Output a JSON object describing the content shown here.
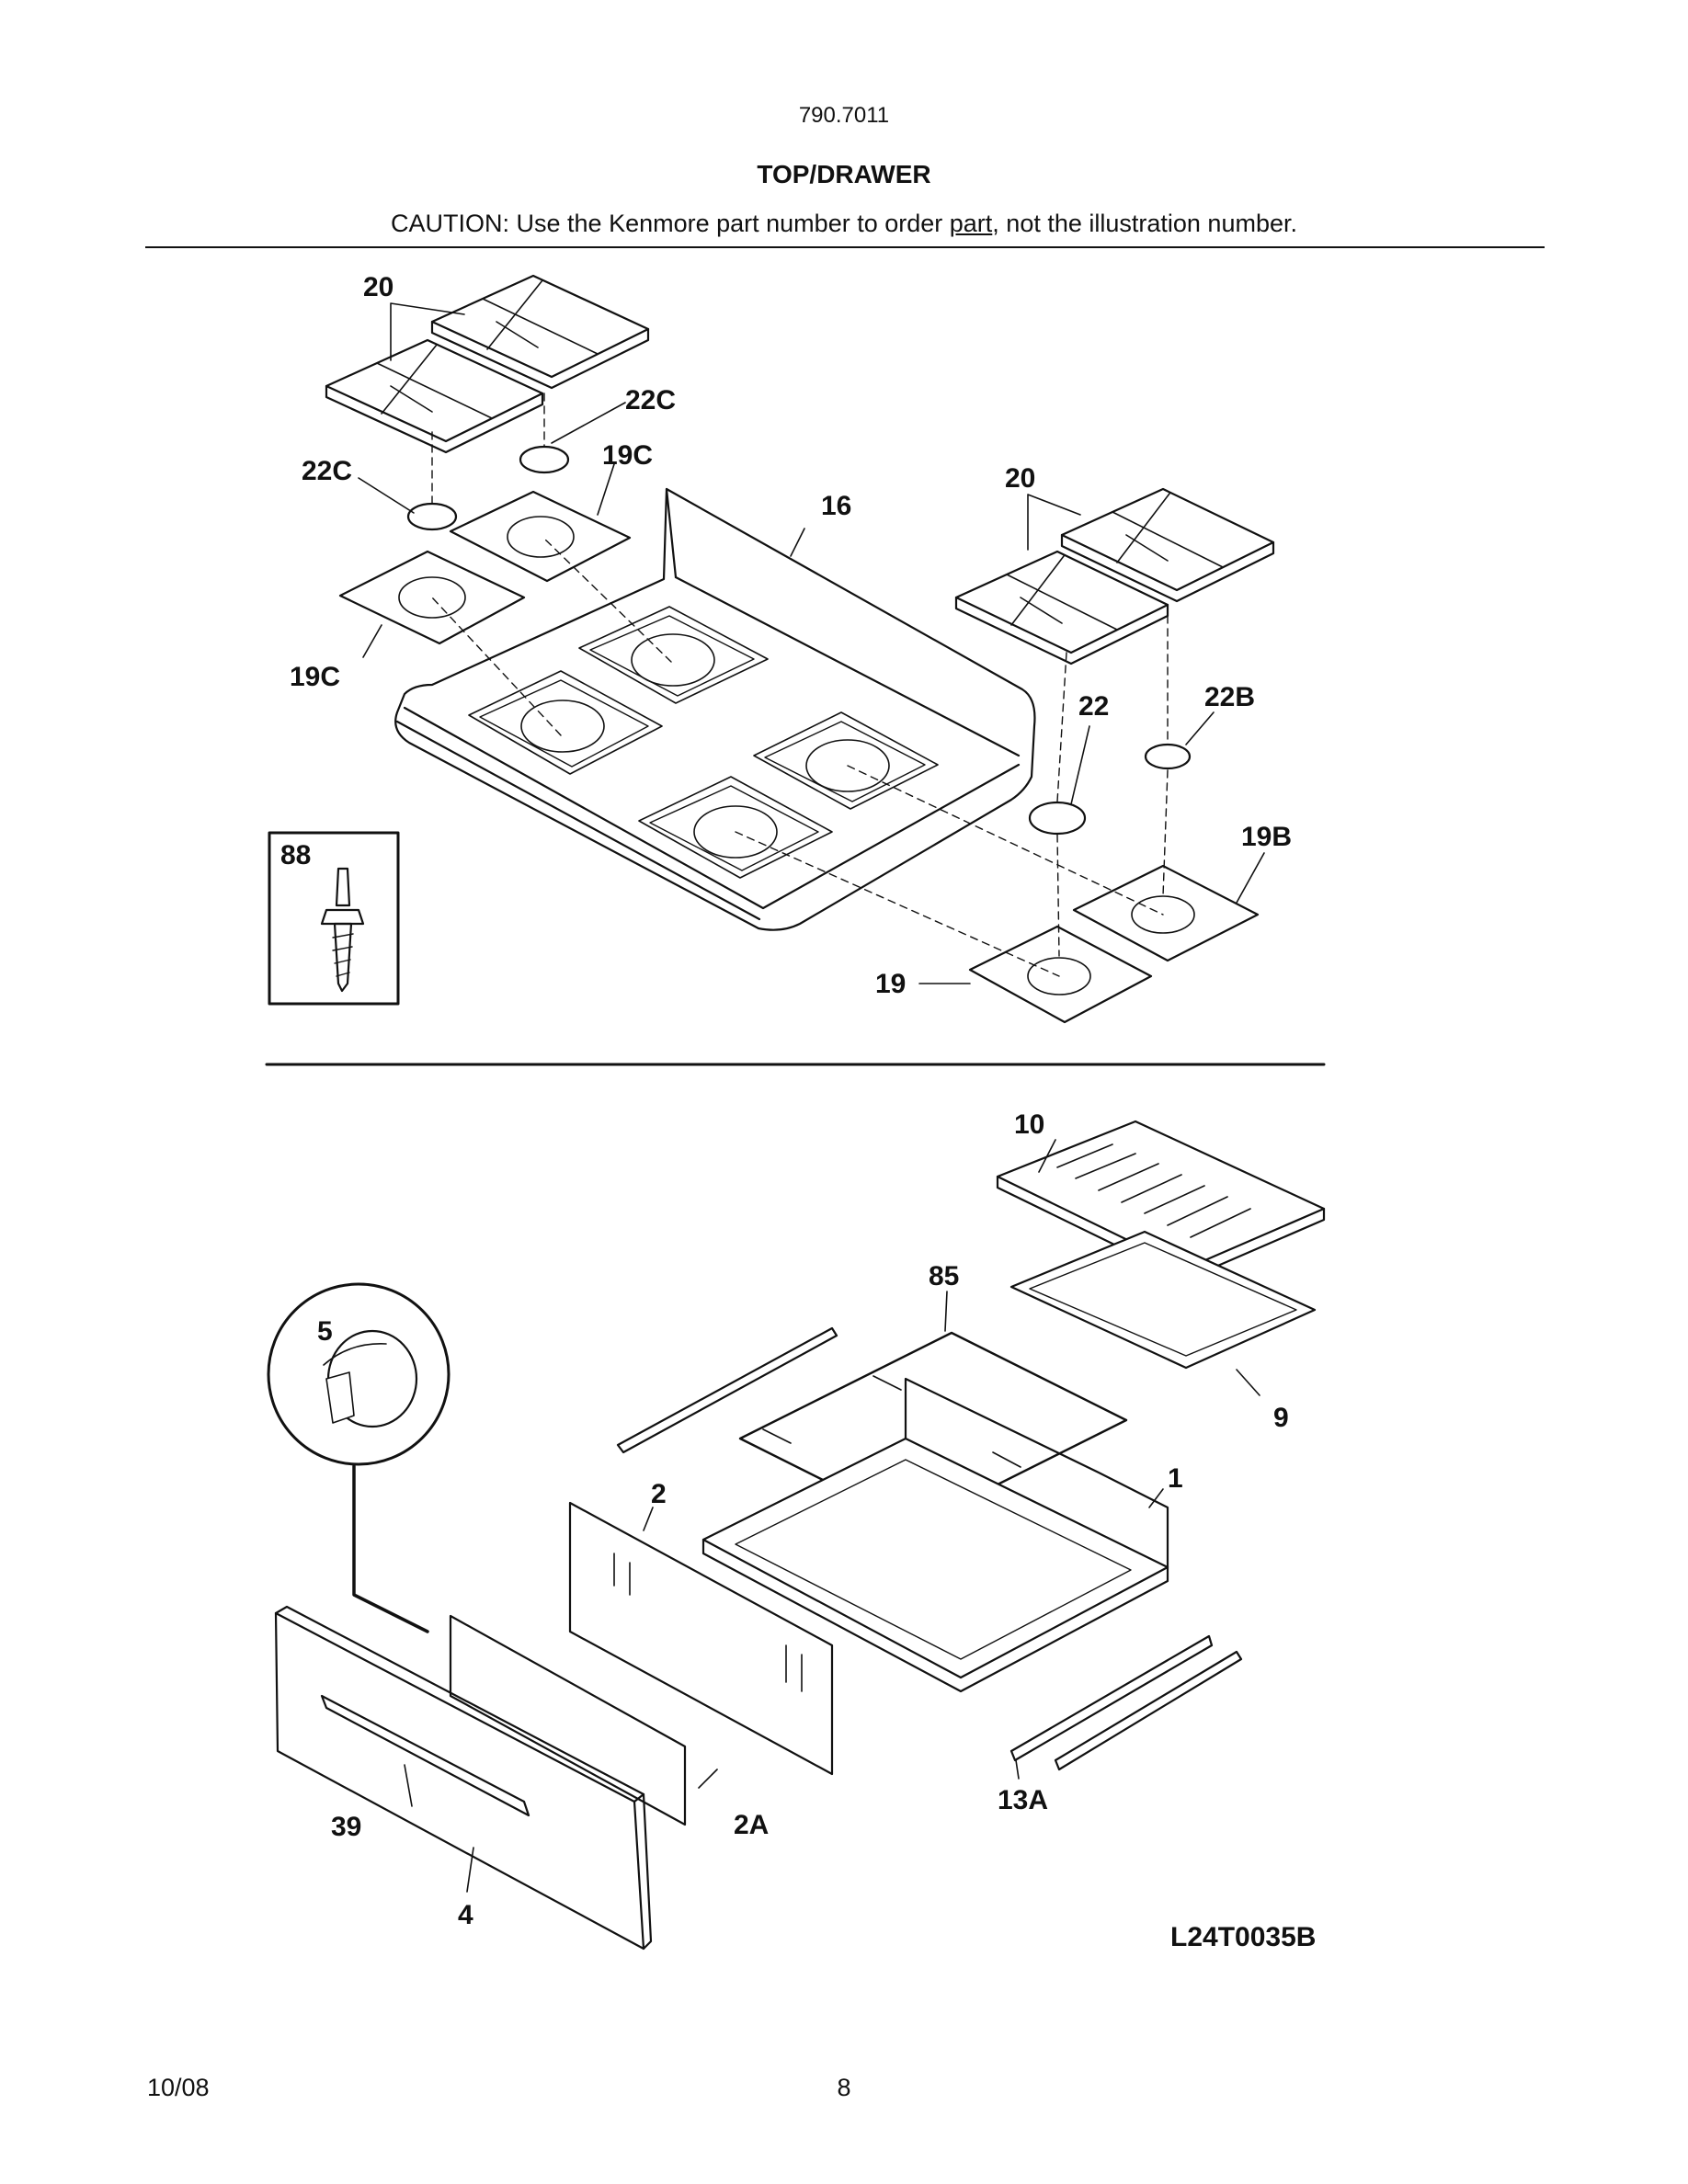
{
  "header": {
    "model": "790.7011",
    "title": "TOP/DRAWER",
    "caution_prefix": "CAUTION: Use the Kenmore part number to order ",
    "caution_underlined": "part",
    "caution_suffix": ", not the illustration number."
  },
  "callouts": {
    "grate_left": "20",
    "grate_right": "20",
    "cap_22c_upper": "22C",
    "cap_22c_left": "22C",
    "pan_19c_upper": "19C",
    "pan_19c_lower": "19C",
    "cooktop": "16",
    "cap_22": "22",
    "cap_22b": "22B",
    "pan_19b": "19B",
    "pan_19": "19",
    "screw_88": "88",
    "broil_grid": "10",
    "broil_pan": "9",
    "rack": "85",
    "knob": "5",
    "drawer_body": "1",
    "drawer_front_inner": "2",
    "drawer_panel": "2A",
    "handle": "39",
    "drawer_front": "4",
    "slides": "13A"
  },
  "diagram_code": "L24T0035B",
  "footer": {
    "date": "10/08",
    "page": "8"
  }
}
